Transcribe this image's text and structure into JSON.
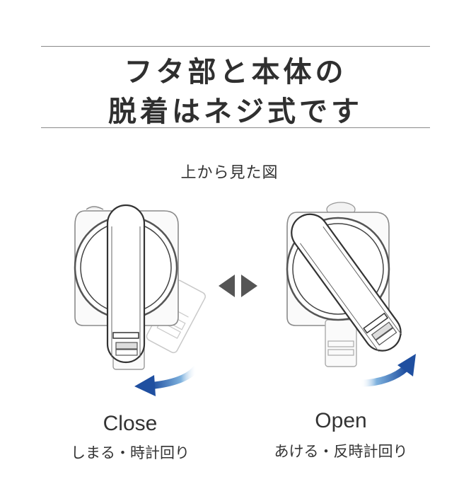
{
  "title": {
    "line1": "フタ部と本体の",
    "line2": "脱着はネジ式です"
  },
  "caption": "上から見た図",
  "close": {
    "label_en": "Close",
    "label_jp": "しまる・時計回り",
    "arrow_color": "#1f4fa0"
  },
  "open": {
    "label_en": "Open",
    "label_jp": "あける・反時計回り",
    "arrow_color": "#1f4fa0"
  },
  "toggle": {
    "icon": "left-right-triangles-icon",
    "color": "#555555"
  }
}
